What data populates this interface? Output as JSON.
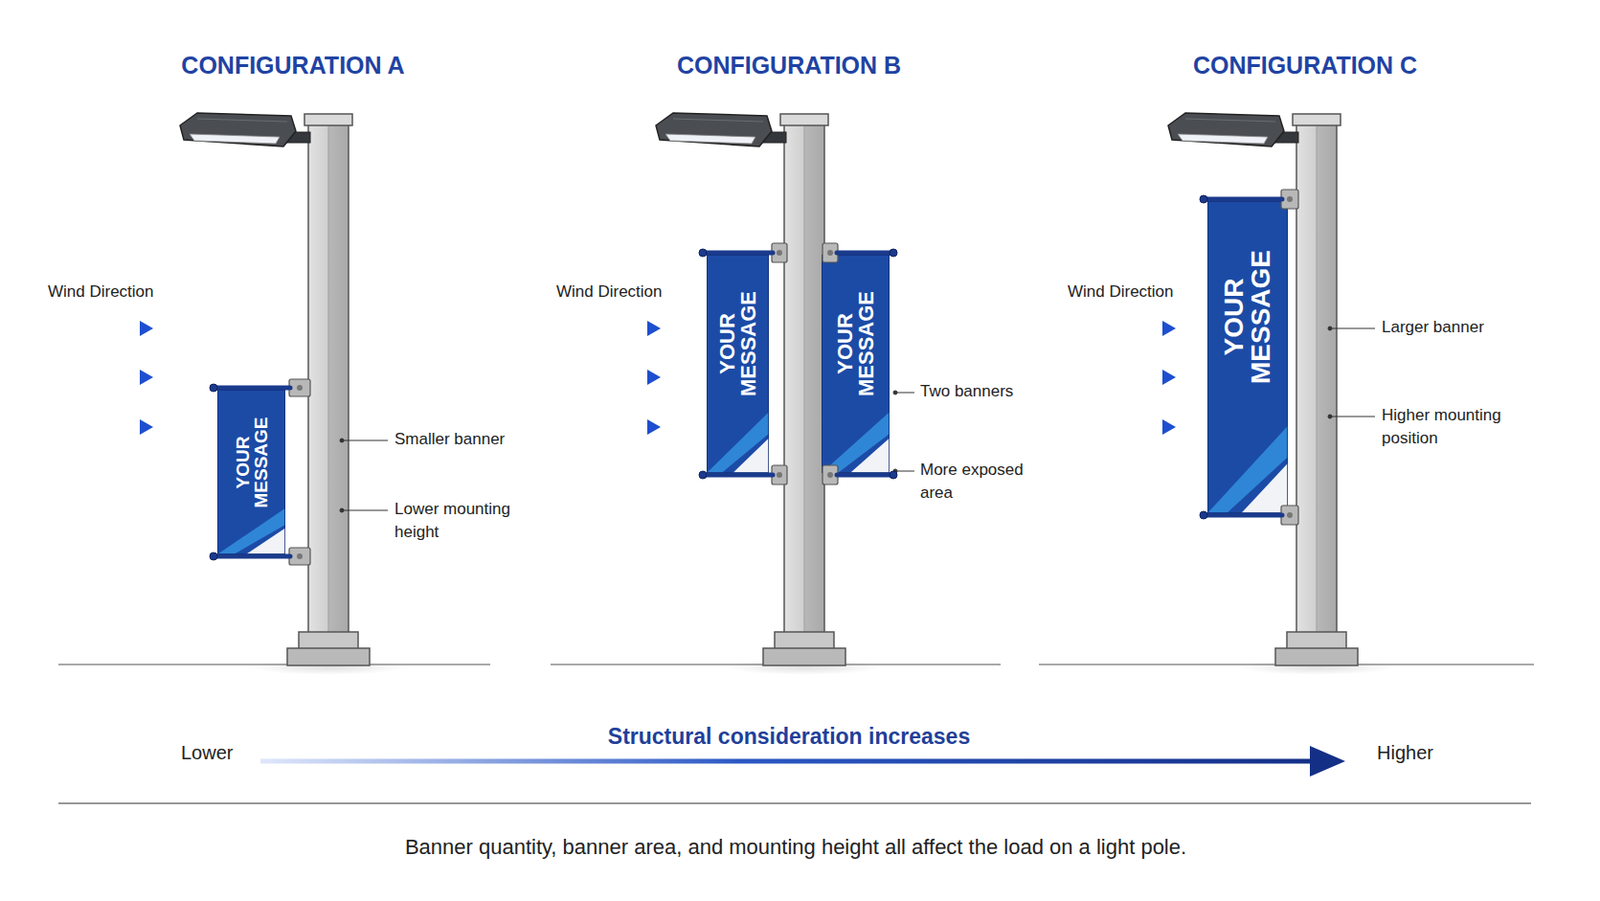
{
  "diagram": {
    "caption": "Banner quantity, banner area, and mounting height all affect the load on a light pole.",
    "nodes": [
      {
        "text": [
          "YOUR MESSAGE"
        ]
      },
      {
        "text": [
          "YOUR MESSAGE"
        ]
      },
      {
        "text": [
          "YOUR MESSAGE"
        ]
      },
      {
        "text": [
          "YOUR MESSAGE"
        ]
      }
    ],
    "labels": [
      "CONFIGURATION A",
      "CONFIGURATION B",
      "CONFIGURATION C",
      "Wind Direction",
      "Smaller banner",
      "Lower mounting height",
      "Wind Direction",
      "Two banners",
      "More exposed area",
      "Wind Direction",
      "Larger banner",
      "Higher mounting position",
      "Lower",
      "Structural consideration increases",
      "Higher"
    ]
  }
}
